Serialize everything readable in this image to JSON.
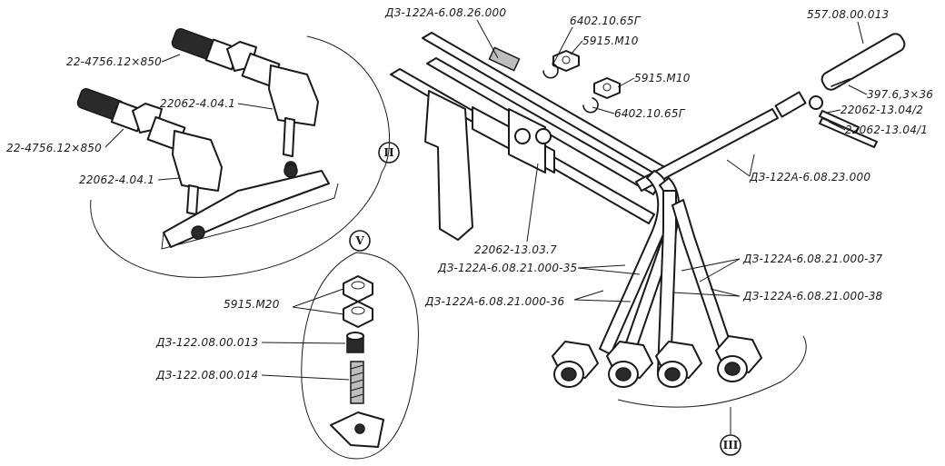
{
  "labels": {
    "plug_top": "22-4756.12×850",
    "plug_bottom": "22-4756.12×850",
    "tip_top": "22062-4.04.1",
    "tip_bottom": "22062-4.04.1",
    "bracket": "ДЗ-122А-6.08.26.000",
    "washer_top": "6402.10.65Г",
    "nut_top": "5915.М10",
    "nut_mid": "5915.М10",
    "washer_mid": "6402.10.65Г",
    "sleeve": "557.08.00.013",
    "pin": "397.6,3×36",
    "tip_a": "22062-13.04/2",
    "tip_b": "22062-13.04/1",
    "cable_main": "ДЗ-122А-6.08.23.000",
    "clamp": "22062-13.03.7",
    "cable_35": "ДЗ-122А-6.08.21.000-35",
    "cable_36": "ДЗ-122А-6.08.21.000-36",
    "cable_37": "ДЗ-122А-6.08.21.000-37",
    "cable_38": "ДЗ-122А-6.08.21.000-38",
    "nut_m20": "5915.М20",
    "bushing": "ДЗ-122.08.00.013",
    "stud": "ДЗ-122.08.00.014"
  },
  "callouts": {
    "two": "II",
    "three": "III",
    "five": "V"
  }
}
